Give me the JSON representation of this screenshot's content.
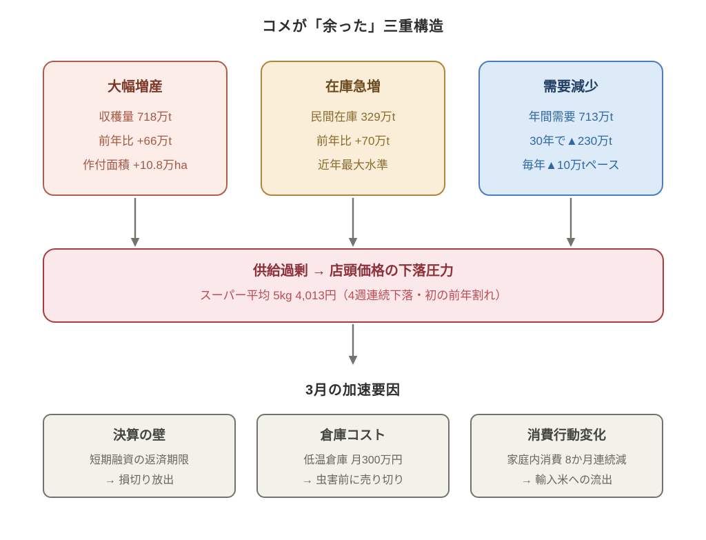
{
  "title": "コメが「余った」三重構造",
  "top_cards": [
    {
      "title": "大幅増産",
      "lines": [
        "収穫量 718万t",
        "前年比 +66万t",
        "作付面積 +10.8万ha"
      ]
    },
    {
      "title": "在庫急増",
      "lines": [
        "民間在庫 329万t",
        "前年比 +70万t",
        "近年最大水準"
      ]
    },
    {
      "title": "需要減少",
      "lines": [
        "年間需要 713万t",
        "30年で▲230万t",
        "毎年▲10万tペース"
      ]
    }
  ],
  "supply_card": {
    "title": "供給過剰 → 店頭価格の下落圧力",
    "subtitle": "スーパー平均 5kg 4,013円（4週連続下落・初の前年割れ）"
  },
  "section_title": "3月の加速要因",
  "bottom_cards": [
    {
      "title": "決算の壁",
      "lines": [
        "短期融資の返済期限",
        "→ 損切り放出"
      ]
    },
    {
      "title": "倉庫コスト",
      "lines": [
        "低温倉庫 月300万円",
        "→ 虫害前に売り切り"
      ]
    },
    {
      "title": "消費行動変化",
      "lines": [
        "家庭内消費 8か月連続減",
        "→ 輸入米への流出"
      ]
    }
  ],
  "colors": {
    "background": "#ffffff",
    "heading_text": "#2d2d2d",
    "arrow": "#73736d",
    "card_production": {
      "bg": "#fcede8",
      "border": "#ae5e4a",
      "title": "#7c392a",
      "text": "#a65744"
    },
    "card_inventory": {
      "bg": "#faeed9",
      "border": "#b08539",
      "title": "#6a4a1e",
      "text": "#8c6b2e"
    },
    "card_demand": {
      "bg": "#ddeaf8",
      "border": "#4a7cc0",
      "title": "#223f63",
      "text": "#2e68a6"
    },
    "card_supply": {
      "bg": "#fbe8ea",
      "border": "#a83a40",
      "title": "#8c3139",
      "text": "#bb4b55"
    },
    "card_gray": {
      "bg": "#f2f1ea",
      "border": "#72726a",
      "title": "#454540",
      "text": "#67675f"
    }
  }
}
